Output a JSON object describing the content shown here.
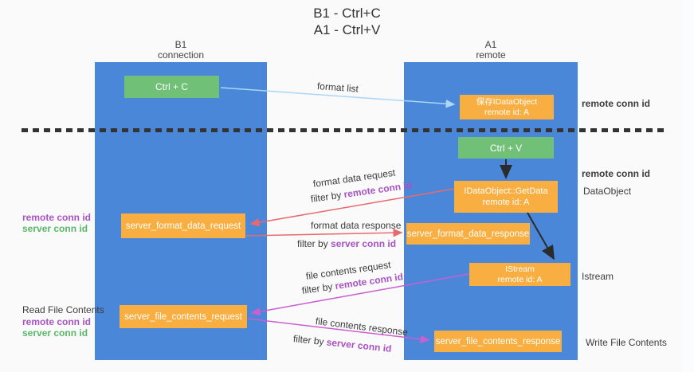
{
  "title": {
    "line1": "B1 - Ctrl+C",
    "line2": "A1 - Ctrl+V"
  },
  "lifelines": {
    "b1": {
      "name": "B1",
      "subtitle": "connection"
    },
    "a1": {
      "name": "A1",
      "subtitle": "remote"
    }
  },
  "nodes": {
    "ctrl_c": {
      "label": "Ctrl + C"
    },
    "ctrl_v": {
      "label": "Ctrl + V"
    },
    "save_dataobject": {
      "line1": "保存IDataObject",
      "line2": "remote id: A"
    },
    "getdata": {
      "line1": "IDataObject::GetData",
      "line2": "remote id: A"
    },
    "istream": {
      "line1": "IStream",
      "line2": "remote id: A"
    },
    "server_format_data_request": {
      "label": "server_format_data_request"
    },
    "server_format_data_response": {
      "label": "server_format_data_response"
    },
    "server_file_contents_request": {
      "label": "server_file_contents_request"
    },
    "server_file_contents_response": {
      "label": "server_file_contents_response"
    }
  },
  "messages": {
    "format_list": {
      "label": "format list"
    },
    "format_data_request": {
      "label": "format data request",
      "filter_prefix": "filter by ",
      "filter_key": "remote conn id"
    },
    "format_data_response": {
      "label": "format data response",
      "filter_prefix": "filter by ",
      "filter_key": "server conn id"
    },
    "file_contents_request": {
      "label": "file contents request",
      "filter_prefix": "filter by ",
      "filter_key": "remote conn id"
    },
    "file_contents_response": {
      "label": "file contents response",
      "filter_prefix": "filter by ",
      "filter_key": "server conn id"
    }
  },
  "annotations": {
    "right_remote_conn_top": "remote conn id",
    "right_remote_conn_mid": "remote conn id",
    "dataobject": "DataObject",
    "istream": "Istream",
    "write_file_contents": "Write File Contents",
    "left_remote_conn_top": "remote conn id",
    "left_server_conn_top": "server conn id",
    "read_file_contents": "Read File Contents",
    "left_remote_conn_bottom": "remote conn id",
    "left_server_conn_bottom": "server conn id"
  },
  "colors": {
    "lifeline_blue": "#4a87d9",
    "node_green": "#71c077",
    "node_orange": "#f9ae42",
    "arrow_light_blue": "#a9d7f5",
    "arrow_red": "#e8696e",
    "arrow_magenta": "#c95fd0",
    "arrow_black": "#2b2b2b",
    "text_purple": "#a953c5",
    "text_green": "#58b868"
  }
}
